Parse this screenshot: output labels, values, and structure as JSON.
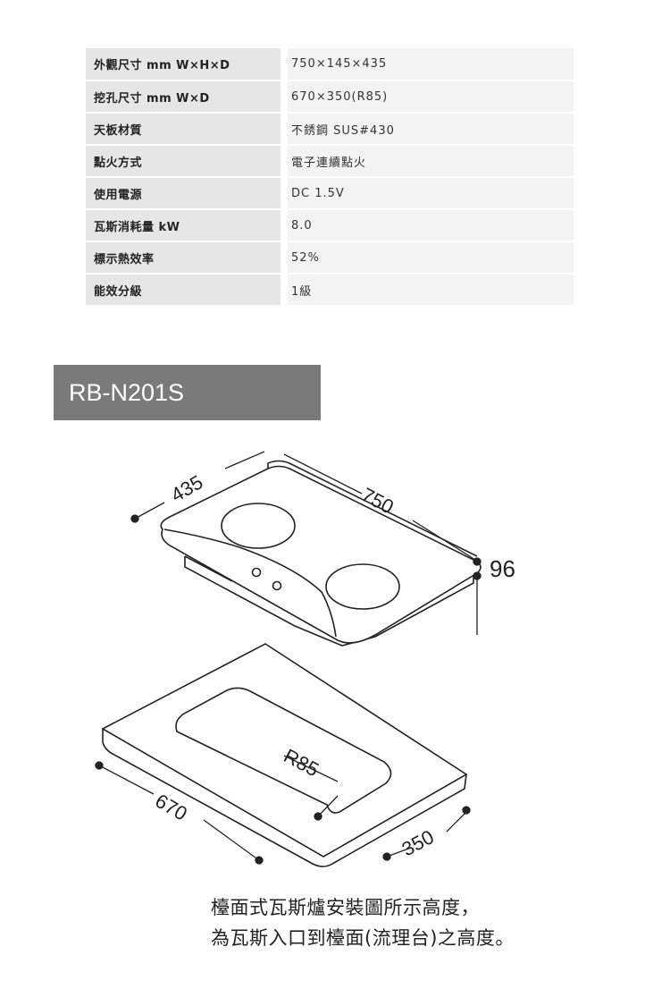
{
  "specs": [
    {
      "label": "外觀尺寸 mm W×H×D",
      "value": "750×145×435"
    },
    {
      "label": "挖孔尺寸 mm W×D",
      "value": "670×350(R85)"
    },
    {
      "label": "天板材質",
      "value": "不銹鋼 SUS#430"
    },
    {
      "label": "點火方式",
      "value": "電子連續點火"
    },
    {
      "label": "使用電源",
      "value": "DC 1.5V"
    },
    {
      "label": "瓦斯消耗量 kW",
      "value": "8.0"
    },
    {
      "label": "標示熱效率",
      "value": "52%"
    },
    {
      "label": "能效分級",
      "value": "1級"
    }
  ],
  "model": "RB-N201S",
  "diagram": {
    "stove_depth": "435",
    "stove_width": "750",
    "stove_height": "96",
    "cutout_radius": "R85",
    "cutout_width": "670",
    "cutout_depth": "350"
  },
  "caption": {
    "line1": "檯面式瓦斯爐安裝圖所示高度，",
    "line2": "為瓦斯入口到檯面(流理台)之高度。"
  }
}
